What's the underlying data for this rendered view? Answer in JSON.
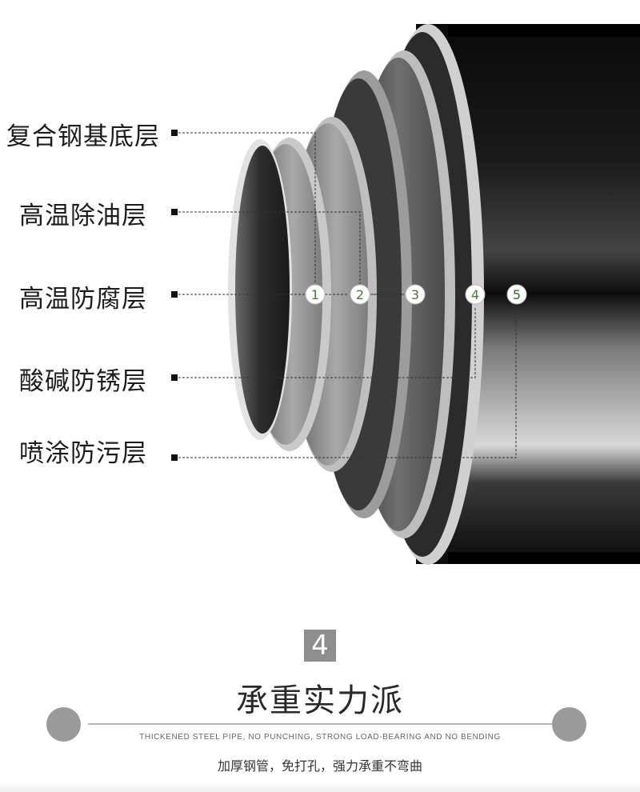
{
  "layers": [
    {
      "label": "复合钢基底层",
      "marker": "1"
    },
    {
      "label": "高温除油层",
      "marker": "2"
    },
    {
      "label": "高温防腐层",
      "marker": "3"
    },
    {
      "label": "酸碱防锈层",
      "marker": "4"
    },
    {
      "label": "喷涂防污层",
      "marker": "5"
    }
  ],
  "section": {
    "number": "4",
    "title": "承重实力派",
    "subtitle_en": "THICKENED STEEL PIPE, NO PUNCHING, STRONG LOAD-BEARING AND NO BENDING",
    "subtitle_cn": "加厚钢管，免打孔，强力承重不弯曲"
  },
  "colors": {
    "marker_text": "#4a7a3a",
    "badge": "#8e8e8e",
    "dot": "#9a9a9a"
  }
}
